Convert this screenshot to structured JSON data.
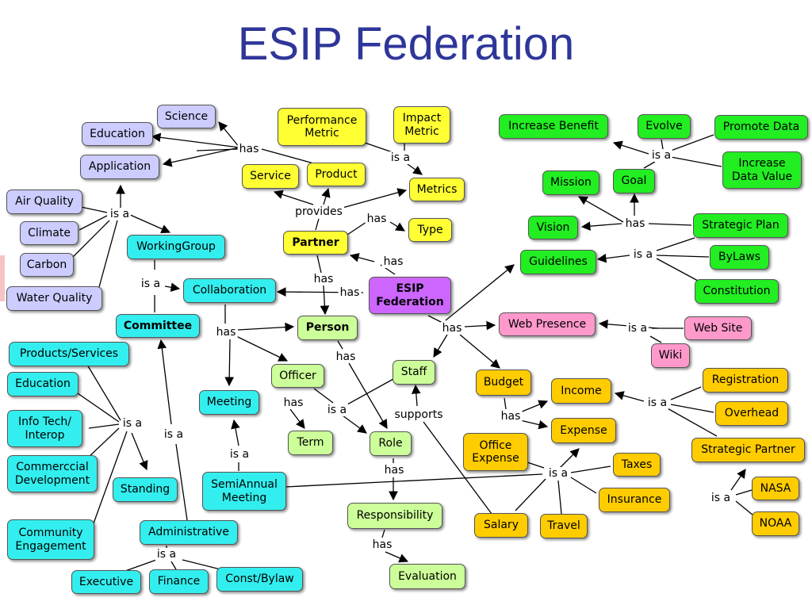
{
  "title": "ESIP Federation",
  "colors": {
    "title": "#2f3699",
    "lavender": "#ccccff",
    "cyan": "#33eeee",
    "light_green": "#ccff99",
    "yellow": "#ffff33",
    "green": "#22ee22",
    "pink": "#ff99cc",
    "orange": "#ffcc00",
    "purple": "#cc66ff"
  },
  "nodes": {
    "science": "Science",
    "education_app": "Education",
    "application": "Application",
    "air_quality": "Air Quality",
    "climate": "Climate",
    "carbon": "Carbon",
    "water_quality": "Water Quality",
    "working_group": "WorkingGroup",
    "collaboration": "Collaboration",
    "committee": "Committee",
    "products_services": "Products/Services",
    "education_cmt": "Education",
    "info_tech": "Info Tech/\nInterop",
    "commercial": "Commerccial\nDevelopment",
    "community": "Community\nEngagement",
    "standing": "Standing",
    "administrative": "Administrative",
    "executive": "Executive",
    "finance": "Finance",
    "const_bylaw": "Const/Bylaw",
    "meeting": "Meeting",
    "semiannual": "SemiAnnual\nMeeting",
    "performance_metric": "Performance\nMetric",
    "impact_metric": "Impact\nMetric",
    "service": "Service",
    "product": "Product",
    "metrics": "Metrics",
    "type": "Type",
    "partner": "Partner",
    "person": "Person",
    "esip": "ESIP\nFederation",
    "officer": "Officer",
    "staff": "Staff",
    "term": "Term",
    "role": "Role",
    "responsibility": "Responsibility",
    "evaluation": "Evaluation",
    "increase_benefit": "Increase Benefit",
    "evolve": "Evolve",
    "promote_data": "Promote Data",
    "increase_data_value": "Increase\nData Value",
    "mission": "Mission",
    "goal": "Goal",
    "vision": "Vision",
    "strategic_plan": "Strategic Plan",
    "guidelines": "Guidelines",
    "bylaws": "ByLaws",
    "constitution": "Constitution",
    "web_presence": "Web Presence",
    "web_site": "Web Site",
    "wiki": "Wiki",
    "budget": "Budget",
    "income": "Income",
    "expense": "Expense",
    "registration": "Registration",
    "overhead": "Overhead",
    "strategic_partner": "Strategic Partner",
    "nasa": "NASA",
    "noaa": "NOAA",
    "office_expense": "Office\nExpense",
    "taxes": "Taxes",
    "insurance": "Insurance",
    "salary": "Salary",
    "travel": "Travel"
  },
  "labels": {
    "has": "has",
    "is_a": "is a",
    "provides": "provides",
    "supports": "supports"
  }
}
